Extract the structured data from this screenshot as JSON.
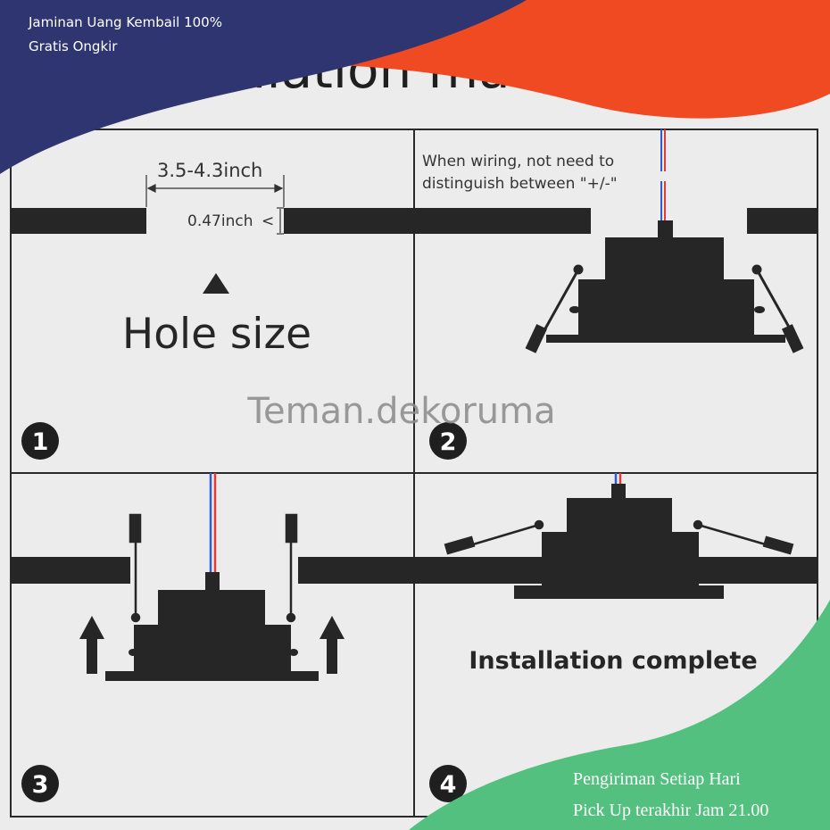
{
  "promo_top": {
    "line1": "Jaminan Uang Kembail 100%",
    "line2": "Gratis Ongkir"
  },
  "promo_bottom": {
    "line1": "Pengiriman Setiap Hari",
    "line2": "Pick Up terakhir  Jam 21.00"
  },
  "diagram": {
    "heading_partial": "Installation ma",
    "panel1": {
      "number": "1",
      "width_label": "3.5-4.3inch",
      "thickness_label": "0.47inch",
      "caption": "Hole size"
    },
    "panel2": {
      "number": "2",
      "note_line1": "When wiring, not need to",
      "note_line2": "distinguish between \"+/-\""
    },
    "panel3": {
      "number": "3"
    },
    "panel4": {
      "number": "4",
      "caption": "Installation complete"
    }
  },
  "watermark": "Teman.dekoruma",
  "colors": {
    "navy": "#2f3570",
    "orange": "#f04a23",
    "green": "#53c07f",
    "ink": "#262626",
    "wire_red": "#e53935",
    "wire_blue": "#2e5bd6"
  }
}
